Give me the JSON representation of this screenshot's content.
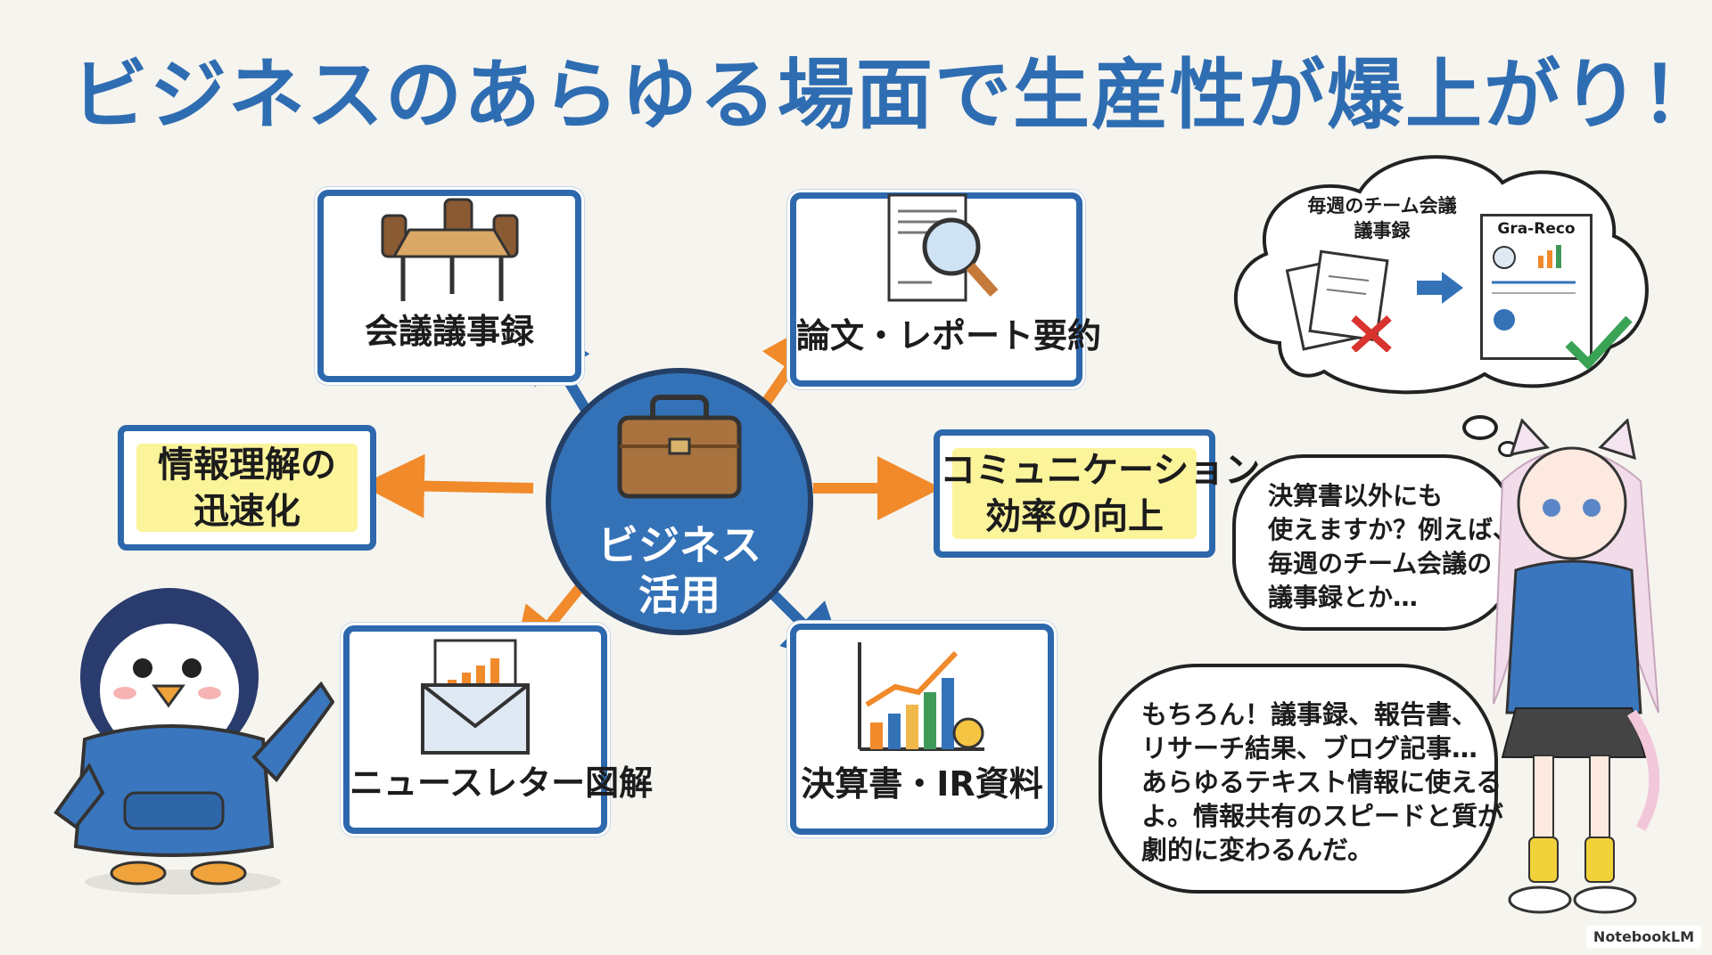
{
  "title": "ビジネスのあらゆる場面で生産性が爆上がり！",
  "hub": {
    "line1": "ビジネス",
    "line2": "活用"
  },
  "cards": {
    "minutes": "会議議事録",
    "papers": "論文・レポート要約",
    "newsletter": "ニュースレター図解",
    "finance": "決算書・IR資料"
  },
  "highlights": {
    "understanding": {
      "line1": "情報理解の",
      "line2": "迅速化"
    },
    "communication": {
      "line1": "コミュニケーション",
      "line2": "効率の向上"
    }
  },
  "thought": {
    "caption_line1": "毎週のチーム会議",
    "caption_line2": "議事録",
    "brand": "Gra-Reco"
  },
  "question_bubble": {
    "line1": "決算書以外にも",
    "line2": "使えますか？例えば、",
    "line3": "毎週のチーム会議の",
    "line4": "議事録とか…"
  },
  "answer_bubble": {
    "line1": "もちろん！議事録、報告書、",
    "line2": "リサーチ結果、ブログ記事…",
    "line3": "あらゆるテキスト情報に使える",
    "line4": "よ。情報共有のスピードと質が",
    "line5": "劇的に変わるんだ。"
  },
  "watermark": "NotebookLM",
  "colors": {
    "primary_blue": "#2f6db2",
    "arrow_orange": "#f08a2b",
    "highlight_yellow": "#fbf28a"
  }
}
